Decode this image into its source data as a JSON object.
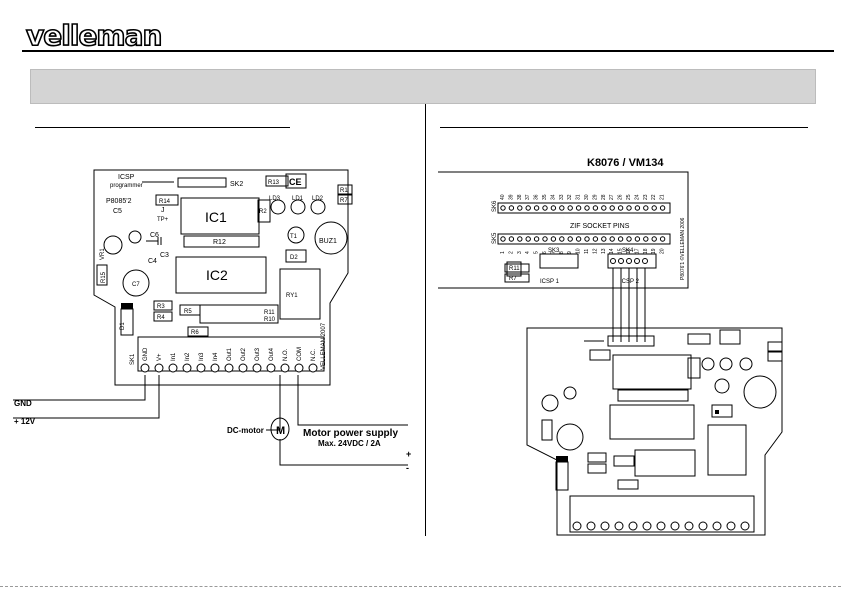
{
  "brand": {
    "logo": "velleman"
  },
  "left_diagram": {
    "board_labels": {
      "icsp": "ICSP",
      "programmer": "programmer",
      "sk2": "SK2",
      "r13": "R13",
      "ce": "CE",
      "r1": "R1",
      "r7": "R7",
      "p8085": "P8085'2",
      "r14": "R14",
      "j": "J",
      "tp": "TP+",
      "c5": "C5",
      "ic1": "IC1",
      "r2": "R2",
      "ld3": "LD3",
      "ld1": "LD1",
      "ld2": "LD2",
      "c6": "C6",
      "t1": "T1",
      "buz1": "BUZ1",
      "vr1": "VR1",
      "c4": "C4",
      "c3": "C3",
      "r12": "R12",
      "ic2": "IC2",
      "d2": "D2",
      "r15": "R15",
      "c7": "C7",
      "ry1": "RY1",
      "r3": "R3",
      "r4": "R4",
      "r5": "R5",
      "r6": "R6",
      "d1": "D1",
      "sk1": "SK1",
      "year": "VELLEMAN 2007",
      "r10": "R10",
      "r11": "R11"
    },
    "terminals": [
      "GND",
      "V+",
      "In1",
      "In2",
      "In3",
      "In4",
      "Out1",
      "Out2",
      "Out3",
      "Out4",
      "N.O.",
      "COM",
      "N.C."
    ],
    "wires": {
      "gnd": "GND",
      "plus12v": "+ 12V",
      "motor": "DC-motor",
      "motor_symbol": "M",
      "supply_title": "Motor power supply",
      "supply_spec": "Max. 24VDC / 2A",
      "plus": "+",
      "minus": "-"
    }
  },
  "right_diagram": {
    "title": "K8076 / VM134",
    "zif_label": "ZIF SOCKET PINS",
    "sk6": "SK6",
    "sk5": "SK5",
    "sk3": "SK3",
    "sk4": "SK4",
    "r11": "R11",
    "r7": "R7",
    "icsp1": "ICSP 1",
    "icsp2": "ICSP 2",
    "board_year": "P8076'1 ©VELLEMAN 2006",
    "pins_top": [
      "40",
      "39",
      "38",
      "37",
      "36",
      "35",
      "34",
      "33",
      "32",
      "31",
      "30",
      "29",
      "28",
      "27",
      "26",
      "25",
      "24",
      "23",
      "22",
      "21"
    ],
    "pins_bottom": [
      "1",
      "2",
      "3",
      "4",
      "5",
      "6",
      "7",
      "8",
      "9",
      "10",
      "11",
      "12",
      "13",
      "14",
      "15",
      "16",
      "17",
      "18",
      "19",
      "20"
    ],
    "sk4_pins": [
      "1",
      "2",
      "3",
      "4",
      "5"
    ]
  }
}
